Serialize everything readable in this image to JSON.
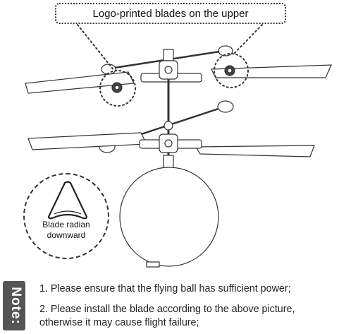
{
  "callout_top": "Logo-printed blades on the upper",
  "radian_callout": {
    "line1": "Blade radian",
    "line2": "downward"
  },
  "note": {
    "label": "Note:",
    "item1": "1. Please ensure that the flying ball has sufficient power;",
    "item2_line1": "2. Please install the blade according to the above picture,",
    "item2_line2": "otherwise it may cause flight failure;"
  },
  "colors": {
    "badge": "#555555",
    "outline": "#333333"
  }
}
